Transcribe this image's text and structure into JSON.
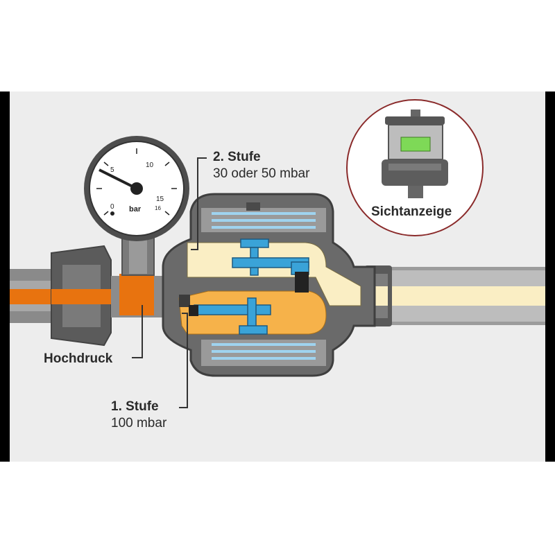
{
  "labels": {
    "stage2_title": "2. Stufe",
    "stage2_value": "30 oder 50 mbar",
    "stage1_title": "1. Stufe",
    "stage1_value": "100 mbar",
    "high_pressure": "Hochdruck",
    "indicator": "Sichtanzeige"
  },
  "gauge": {
    "ticks": [
      "0",
      "5",
      "10",
      "15",
      "16"
    ],
    "unit": "bar"
  },
  "colors": {
    "high_pressure": "#e8730f",
    "stage1_gas": "#f6b24a",
    "stage2_gas": "#faeec4",
    "valve_blue": "#3aa3d8",
    "indicator_green": "#7ed957",
    "circle_border": "#8a2a2a",
    "body_dark": "#555555",
    "body_light": "#9a9a9a"
  }
}
